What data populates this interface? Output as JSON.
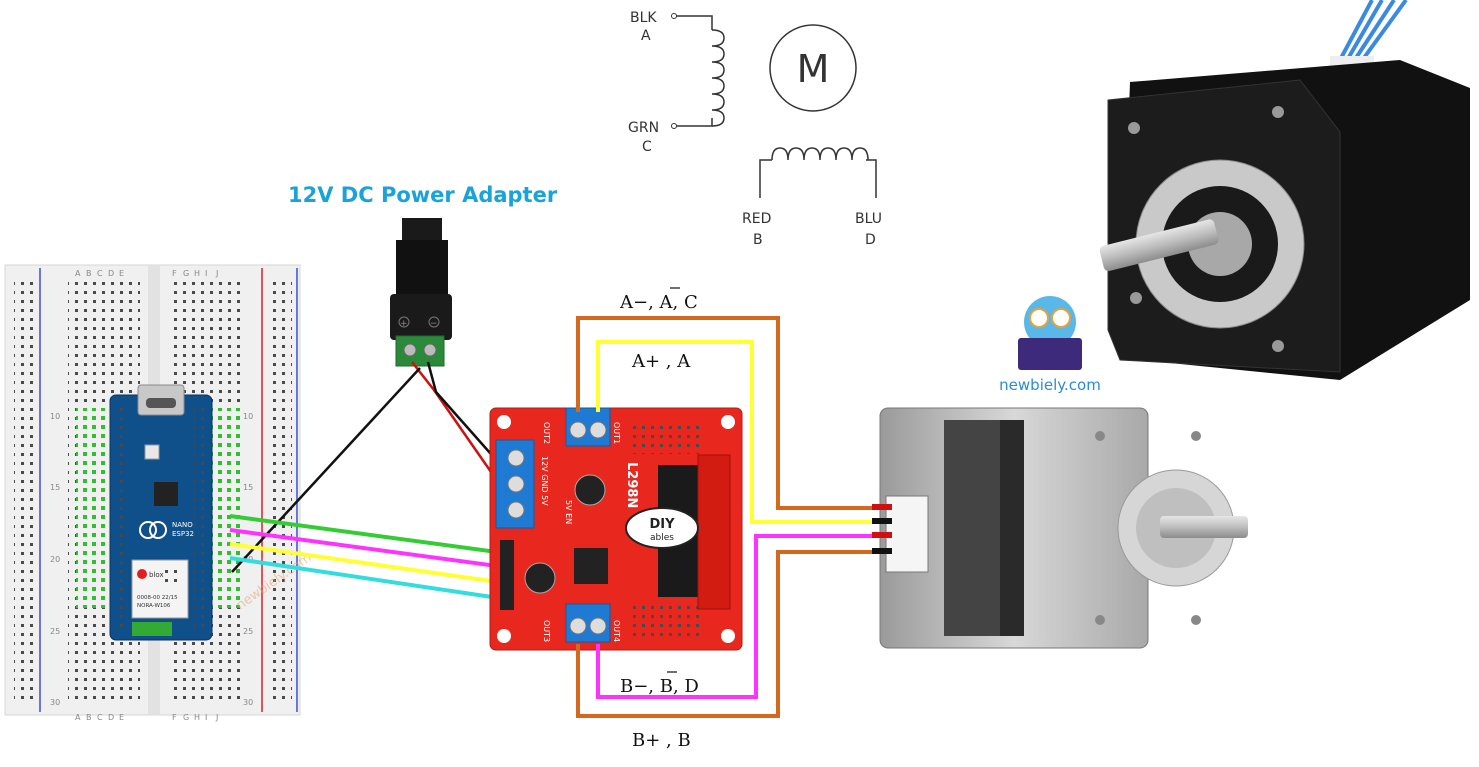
{
  "power_adapter": {
    "title": "12V DC Power Adapter",
    "terminal_plus": "+",
    "terminal_minus": "−"
  },
  "schematic": {
    "pin_a_color": "BLK",
    "pin_a_letter": "A",
    "pin_c_color": "GRN",
    "pin_c_letter": "C",
    "pin_b_color": "RED",
    "pin_b_letter": "B",
    "pin_d_color": "BLU",
    "pin_d_letter": "D",
    "motor_symbol": "M"
  },
  "wire_labels": {
    "a_minus": "A−, A, C",
    "a_plus": "A+ , A",
    "b_minus": "B−, B, D",
    "b_plus": "B+ , B"
  },
  "driver": {
    "chip_label": "L298N",
    "out1": "OUT1",
    "out2": "OUT2",
    "out3": "OUT3",
    "out4": "OUT4",
    "power_pins": "12V GND 5V",
    "enable_label": "5V EN",
    "brand_top": "DIY",
    "brand_bottom": "ables"
  },
  "board": {
    "name_line1": "NANO",
    "name_line2": "ESP32",
    "module_brand": "blox",
    "module_line1": "0008-00 22/15",
    "module_line2": "NORA-W106",
    "watermark": "newbiely.com"
  },
  "breadboard": {
    "columns_left": [
      "A",
      "B",
      "C",
      "D",
      "E"
    ],
    "columns_right": [
      "F",
      "G",
      "H",
      "I",
      "J"
    ],
    "row_numbers": [
      "10",
      "15",
      "20",
      "25",
      "30"
    ]
  },
  "logo": {
    "text": "newbiely.com"
  },
  "colors": {
    "wire_orange": "#d2691e",
    "wire_yellow": "#ffff33",
    "wire_magenta": "#ff33ff",
    "wire_green": "#33cc33",
    "wire_cyan": "#33dddd",
    "driver_red": "#e8281e",
    "terminal_blue": "#1e7ad2",
    "board_blue": "#0f4f8a",
    "title_blue": "#1aa3d9"
  }
}
